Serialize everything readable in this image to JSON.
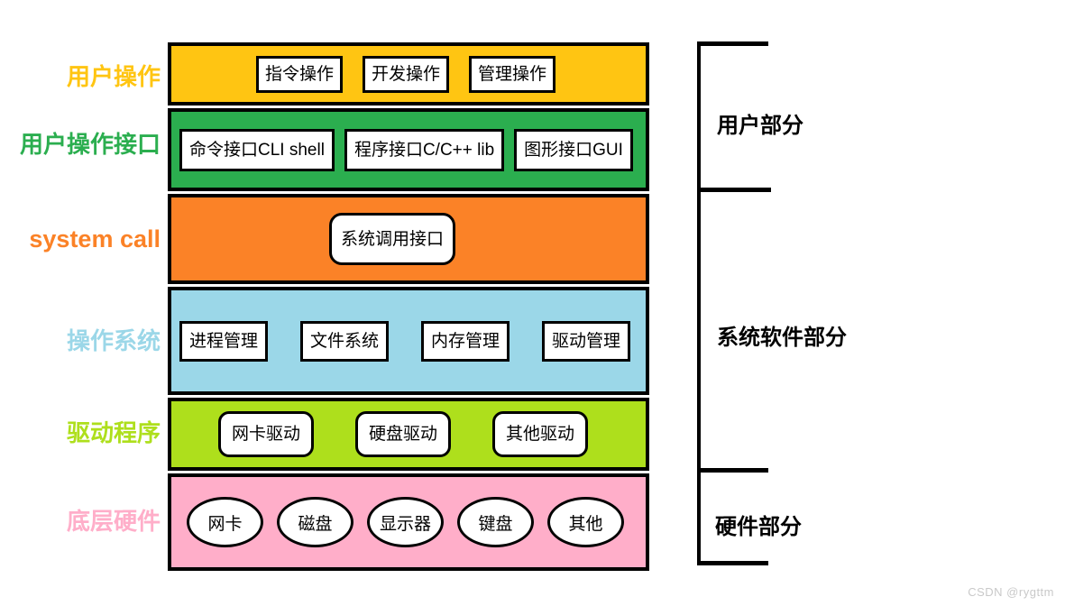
{
  "diagram": {
    "left_labels": [
      {
        "id": "user-operations",
        "text": "用户操作",
        "color": "#FFC512"
      },
      {
        "id": "user-interface",
        "text": "用户操作接口",
        "color": "#2BAE4F"
      },
      {
        "id": "system-call",
        "text": "system call",
        "color": "#FB8227"
      },
      {
        "id": "operating-system",
        "text": "操作系统",
        "color": "#9BD7E8"
      },
      {
        "id": "driver-programs",
        "text": "驱动程序",
        "color": "#AEDF1C"
      },
      {
        "id": "low-level-hardware",
        "text": "底层硬件",
        "color": "#FFAEC9"
      }
    ],
    "layers": [
      {
        "name": "user-operations",
        "shape": "rect",
        "color": "#FFC512",
        "items": [
          "指令操作",
          "开发操作",
          "管理操作"
        ]
      },
      {
        "name": "user-interface",
        "shape": "rect",
        "color": "#2BAE4F",
        "items": [
          "命令接口CLI shell",
          "程序接口C/C++ lib",
          "图形接口GUI"
        ]
      },
      {
        "name": "system-call",
        "shape": "rounded",
        "color": "#FB8227",
        "items": [
          "系统调用接口"
        ]
      },
      {
        "name": "operating-system",
        "shape": "rect",
        "color": "#9BD7E8",
        "items": [
          "进程管理",
          "文件系统",
          "内存管理",
          "驱动管理"
        ]
      },
      {
        "name": "drivers",
        "shape": "rounded",
        "color": "#AEDF1C",
        "items": [
          "网卡驱动",
          "硬盘驱动",
          "其他驱动"
        ]
      },
      {
        "name": "hardware",
        "shape": "ellipse",
        "color": "#FFAEC9",
        "items": [
          "网卡",
          "磁盘",
          "显示器",
          "键盘",
          "其他"
        ]
      }
    ],
    "right_sections": [
      {
        "id": "user-part",
        "text": "用户部分"
      },
      {
        "id": "system-software-part",
        "text": "系统软件部分"
      },
      {
        "id": "hardware-part",
        "text": "硬件部分"
      }
    ],
    "bracket_color": "#000000",
    "watermark": "CSDN @rygttm"
  }
}
